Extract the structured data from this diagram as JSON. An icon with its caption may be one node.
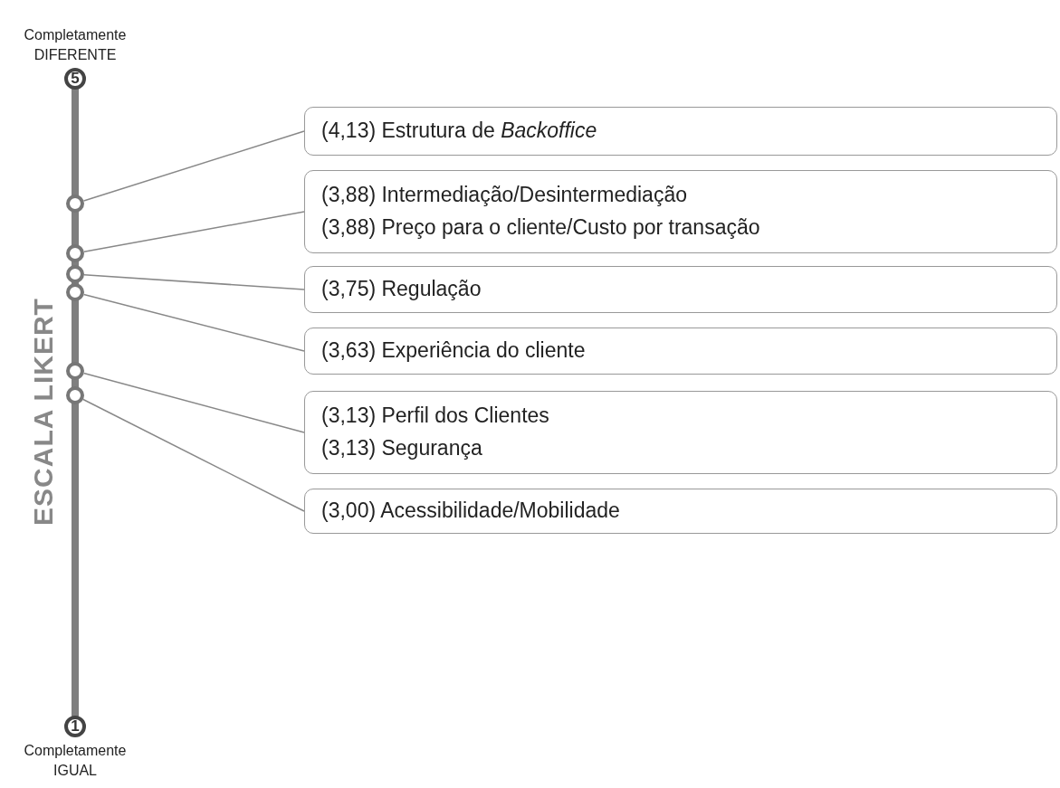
{
  "diagram": {
    "nodes": [
      {
        "text": [
          "5"
        ],
        "beside": [
          "Completamente DIFERENTE"
        ]
      },
      {
        "text": [
          "(4,13) Estrutura de *Backoffice*"
        ]
      },
      {
        "text": [],
        "shape": "circle"
      },
      {
        "text": [
          "(3,88) Intermediação/Desintermediação",
          "(3,88) Preço para o cliente/Custo por transação"
        ]
      },
      {
        "text": [],
        "shape": "circle"
      },
      {
        "text": [],
        "shape": "circle"
      },
      {
        "text": [
          "(3,75) Regulação"
        ]
      },
      {
        "text": [],
        "shape": "circle"
      },
      {
        "text": [
          "(3,63) Experiência do cliente"
        ]
      },
      {
        "text": [],
        "shape": "circle"
      },
      {
        "text": [],
        "shape": "circle"
      },
      {
        "text": [
          "(3,13) Perfil dos Clientes",
          "(3,13) Segurança"
        ]
      },
      {
        "text": [
          "(3,00) Acessibilidade/Mobilidade"
        ]
      },
      {
        "text": [
          "1"
        ],
        "beside": [
          "Completamente IGUAL"
        ]
      }
    ],
    "edges": [
      {
        "from": 2,
        "to": 1,
        "arrow": "none"
      },
      {
        "from": 4,
        "to": 3,
        "arrow": "none"
      },
      {
        "from": 5,
        "to": 6,
        "arrow": "none"
      },
      {
        "from": 7,
        "to": 8,
        "arrow": "none"
      },
      {
        "from": 9,
        "to": 11,
        "arrow": "none"
      },
      {
        "from": 10,
        "to": 12,
        "arrow": "none"
      }
    ],
    "labels": [
      "ESCALA LIKERT"
    ]
  }
}
